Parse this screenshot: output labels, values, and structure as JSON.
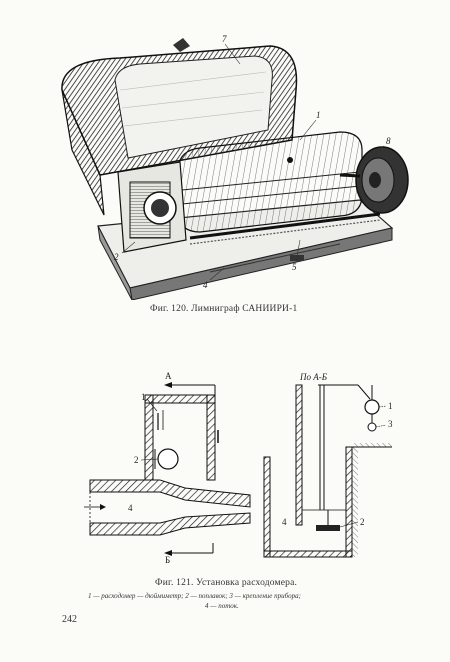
{
  "figure120": {
    "caption": "Фиг. 120. Лимниграф САНИИРИ-1",
    "callouts": [
      "7",
      "1",
      "8",
      "2",
      "5",
      "4"
    ]
  },
  "figure121": {
    "caption": "Фиг. 121. Установка расходомера.",
    "legend_line1": "1 — расходомер — дюймиметр; 2 — поплавок; 3 — крепление прибора;",
    "legend_line2": "4 — поток.",
    "section_label": "По А-Б",
    "labels": {
      "A": "А",
      "B": "Б",
      "one_left": "1",
      "two_left": "2",
      "four_left": "4",
      "one_right": "1",
      "three_right": "3",
      "four_right": "4",
      "two_right": "2"
    }
  },
  "page_number": "242"
}
